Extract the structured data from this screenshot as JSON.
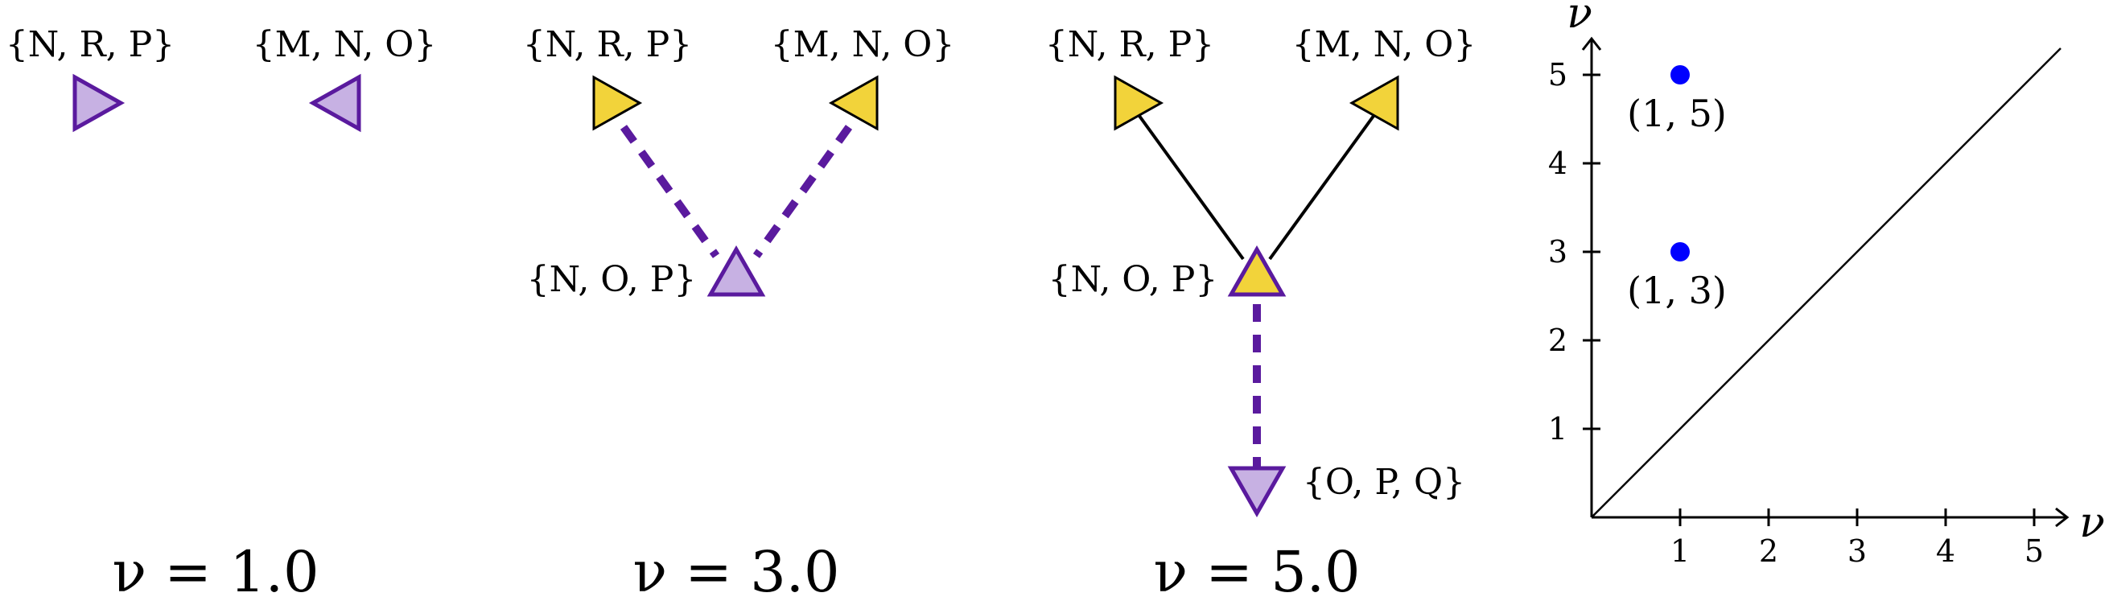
{
  "colors": {
    "purple_stroke": "#5a1a9e",
    "purple_fill": "#c7b1e3",
    "yellow_fill": "#f2d33a",
    "black": "#000000",
    "point_blue": "#0000ff"
  },
  "panels": [
    {
      "caption": "ν = 1.0",
      "nodes": [
        {
          "label": "{N, R, P}"
        },
        {
          "label": "{M, N, O}"
        }
      ]
    },
    {
      "caption": "ν = 3.0",
      "nodes": [
        {
          "label": "{N, R, P}"
        },
        {
          "label": "{M, N, O}"
        },
        {
          "label": "{N, O, P}"
        }
      ]
    },
    {
      "caption": "ν = 5.0",
      "nodes": [
        {
          "label": "{N, R, P}"
        },
        {
          "label": "{M, N, O}"
        },
        {
          "label": "{N, O, P}"
        },
        {
          "label": "{O, P, Q}"
        }
      ]
    }
  ],
  "chart_data": {
    "type": "scatter",
    "xlabel": "ν",
    "ylabel": "ν",
    "xlim": [
      0,
      5.3
    ],
    "ylim": [
      0,
      5.3
    ],
    "xticks": [
      1,
      2,
      3,
      4,
      5
    ],
    "yticks": [
      1,
      2,
      3,
      4,
      5
    ],
    "points": [
      {
        "x": 1,
        "y": 5,
        "label": "(1, 5)"
      },
      {
        "x": 1,
        "y": 3,
        "label": "(1, 3)"
      }
    ],
    "diagonal": true,
    "grid": false
  }
}
